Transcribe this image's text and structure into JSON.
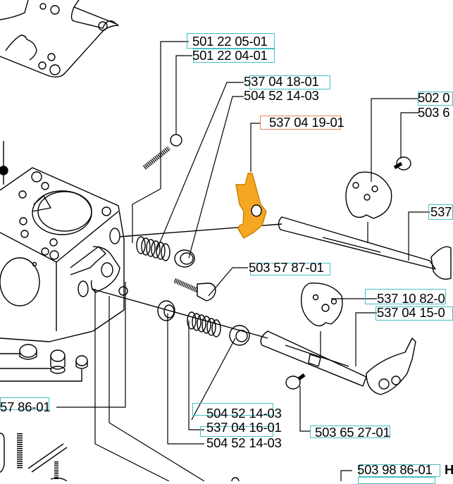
{
  "diagram": {
    "title": "Carburetor parts exploded view",
    "highlight_color": "#f5a623",
    "box_color": "#46bfc6",
    "selected_box_color": "#e8825a",
    "labels": [
      {
        "id": "l1",
        "text": "501 22 05-01",
        "boxed": true
      },
      {
        "id": "l2",
        "text": "501 22 04-01",
        "boxed": true
      },
      {
        "id": "l3",
        "text": "537 04 18-01",
        "boxed": true
      },
      {
        "id": "l4",
        "text": "504 52 14-03",
        "boxed": false
      },
      {
        "id": "l5",
        "text": "537 04 19-01",
        "boxed": true,
        "selected": true
      },
      {
        "id": "l6",
        "text": "502 0",
        "boxed": true
      },
      {
        "id": "l7",
        "text": "503 6",
        "boxed": false
      },
      {
        "id": "l8",
        "text": "537",
        "boxed": true
      },
      {
        "id": "l9",
        "text": "503 57 87-01",
        "boxed": true
      },
      {
        "id": "l10",
        "text": "537 10 82-0",
        "boxed": true
      },
      {
        "id": "l11",
        "text": "537 04 15-0",
        "boxed": true
      },
      {
        "id": "l12",
        "text": "57 86-01",
        "boxed": true
      },
      {
        "id": "l13",
        "text": "504 52 14-03",
        "boxed": true
      },
      {
        "id": "l14",
        "text": "537 04 16-01",
        "boxed": true
      },
      {
        "id": "l15",
        "text": "504 52 14-03",
        "boxed": false
      },
      {
        "id": "l16",
        "text": "503 65 27-01",
        "boxed": true
      },
      {
        "id": "l17",
        "text": "503 98 86-01",
        "boxed": true
      },
      {
        "id": "l18",
        "text": "H",
        "boxed": false
      }
    ]
  }
}
